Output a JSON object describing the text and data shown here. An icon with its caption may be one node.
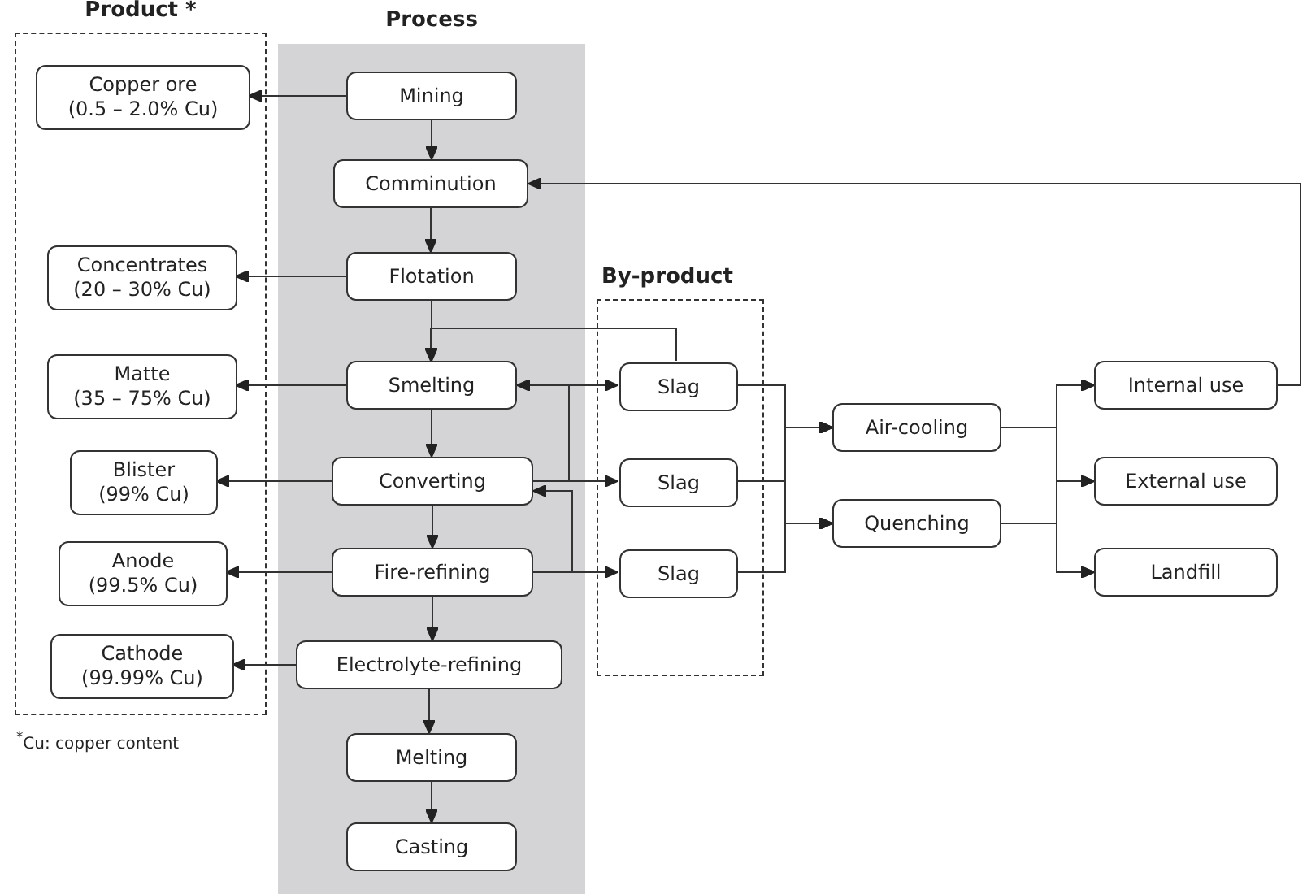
{
  "diagram": {
    "nodes": [
      {
        "text": [
          "Product *"
        ]
      },
      {
        "text": [
          "Copper ore",
          "(0.5 – 2.0% Cu)"
        ],
        "in": 0
      },
      {
        "text": [
          "Concentrates",
          "(20 – 30% Cu)"
        ],
        "in": 0
      },
      {
        "text": [
          "Matte",
          "(35 – 75% Cu)"
        ],
        "in": 0
      },
      {
        "text": [
          "Blister",
          "(99% Cu)"
        ],
        "in": 0
      },
      {
        "text": [
          "Anode",
          "(99.5% Cu)"
        ],
        "in": 0
      },
      {
        "text": [
          "Cathode",
          "(99.99% Cu)"
        ],
        "in": 0
      },
      {
        "text": [
          "Process"
        ]
      },
      {
        "text": [
          "Mining"
        ],
        "in": 7
      },
      {
        "text": [
          "Comminution"
        ],
        "in": 7
      },
      {
        "text": [
          "Flotation"
        ],
        "in": 7
      },
      {
        "text": [
          "Smelting"
        ],
        "in": 7
      },
      {
        "text": [
          "Converting"
        ],
        "in": 7
      },
      {
        "text": [
          "Fire-refining"
        ],
        "in": 7
      },
      {
        "text": [
          "Electrolyte-refining"
        ],
        "in": 7
      },
      {
        "text": [
          "Melting"
        ],
        "in": 7
      },
      {
        "text": [
          "Casting"
        ],
        "in": 7
      },
      {
        "text": [
          "By-product"
        ]
      },
      {
        "text": [
          "Slag"
        ],
        "in": 17
      },
      {
        "text": [
          "Slag"
        ],
        "in": 17
      },
      {
        "text": [
          "Slag"
        ],
        "in": 17
      },
      {
        "text": [
          "Air-cooling"
        ]
      },
      {
        "text": [
          "Quenching"
        ]
      },
      {
        "text": [
          "Internal use"
        ]
      },
      {
        "text": [
          "External use"
        ]
      },
      {
        "text": [
          "Landfill"
        ]
      }
    ],
    "edges": [
      {
        "from": 8,
        "to": 1,
        "arrow": "to"
      },
      {
        "from": 10,
        "to": 2,
        "arrow": "to"
      },
      {
        "from": 11,
        "to": 3,
        "arrow": "to"
      },
      {
        "from": 12,
        "to": 4,
        "arrow": "to"
      },
      {
        "from": 13,
        "to": 5,
        "arrow": "to"
      },
      {
        "from": 14,
        "to": 6,
        "arrow": "to"
      },
      {
        "from": 8,
        "to": 9,
        "arrow": "to"
      },
      {
        "from": 9,
        "to": 10,
        "arrow": "to"
      },
      {
        "from": 10,
        "to": 11,
        "arrow": "to"
      },
      {
        "from": 11,
        "to": 12,
        "arrow": "to"
      },
      {
        "from": 12,
        "to": 13,
        "arrow": "to"
      },
      {
        "from": 13,
        "to": 14,
        "arrow": "to"
      },
      {
        "from": 14,
        "to": 15,
        "arrow": "to"
      },
      {
        "from": 15,
        "to": 16,
        "arrow": "to"
      },
      {
        "from": 18,
        "to": 11,
        "arrow": "to"
      },
      {
        "from": 11,
        "to": 18,
        "arrow": "to"
      },
      {
        "from": 12,
        "to": 19,
        "arrow": "to"
      },
      {
        "from": 13,
        "to": 20,
        "arrow": "to"
      },
      {
        "from": 12,
        "to": 11,
        "arrow": "to"
      },
      {
        "from": 13,
        "to": 12,
        "arrow": "to"
      },
      {
        "from": 18,
        "to": 21,
        "arrow": "to"
      },
      {
        "from": 18,
        "to": 22,
        "arrow": "to"
      },
      {
        "from": 19,
        "to": 21,
        "arrow": "to"
      },
      {
        "from": 19,
        "to": 22,
        "arrow": "to"
      },
      {
        "from": 20,
        "to": 21,
        "arrow": "to"
      },
      {
        "from": 20,
        "to": 22,
        "arrow": "to"
      },
      {
        "from": 21,
        "to": 23,
        "arrow": "to"
      },
      {
        "from": 21,
        "to": 24,
        "arrow": "to"
      },
      {
        "from": 21,
        "to": 25,
        "arrow": "to"
      },
      {
        "from": 22,
        "to": 23,
        "arrow": "to"
      },
      {
        "from": 22,
        "to": 24,
        "arrow": "to"
      },
      {
        "from": 22,
        "to": 25,
        "arrow": "to"
      },
      {
        "from": 23,
        "to": 9,
        "arrow": "to"
      }
    ],
    "labels": [
      "$^{*}$Cu: copper content"
    ]
  }
}
